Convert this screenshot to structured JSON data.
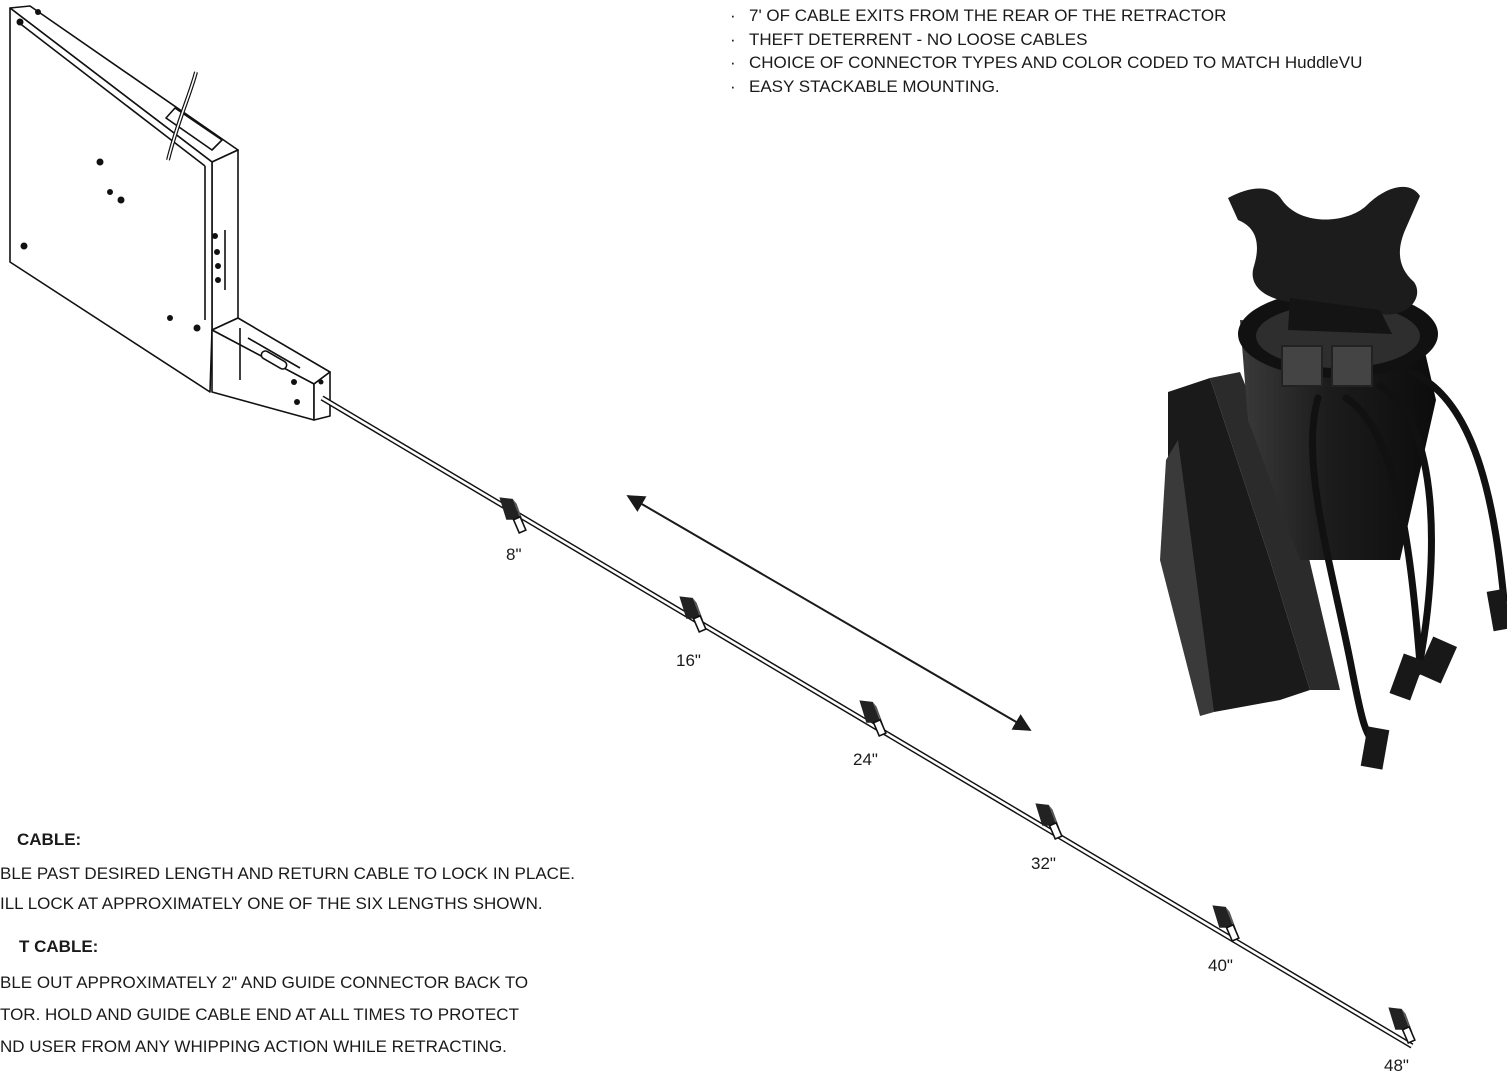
{
  "features": [
    "7' OF CABLE EXITS FROM THE REAR OF THE RETRACTOR",
    "THEFT DETERRENT - NO LOOSE CABLES",
    "CHOICE OF CONNECTOR TYPES AND COLOR CODED TO MATCH HuddleVU",
    "EASY STACKABLE MOUNTING."
  ],
  "bullet": "·",
  "length_labels": [
    "8\"",
    "16\"",
    "24\"",
    "32\"",
    "40\"",
    "48\""
  ],
  "instructions": {
    "lock_heading": "CABLE:",
    "lock_line_1": "BLE PAST DESIRED LENGTH AND RETURN CABLE TO LOCK IN PLACE.",
    "lock_line_2": "ILL LOCK AT APPROXIMATELY ONE OF THE SIX LENGTHS SHOWN.",
    "retract_heading": "T CABLE:",
    "retract_line_1": "BLE OUT APPROXIMATELY 2\" AND GUIDE CONNECTOR BACK TO",
    "retract_line_2": "TOR.  HOLD AND GUIDE CABLE END AT ALL TIMES TO PROTECT",
    "retract_line_3": "ND USER FROM ANY WHIPPING ACTION WHILE RETRACTING."
  }
}
